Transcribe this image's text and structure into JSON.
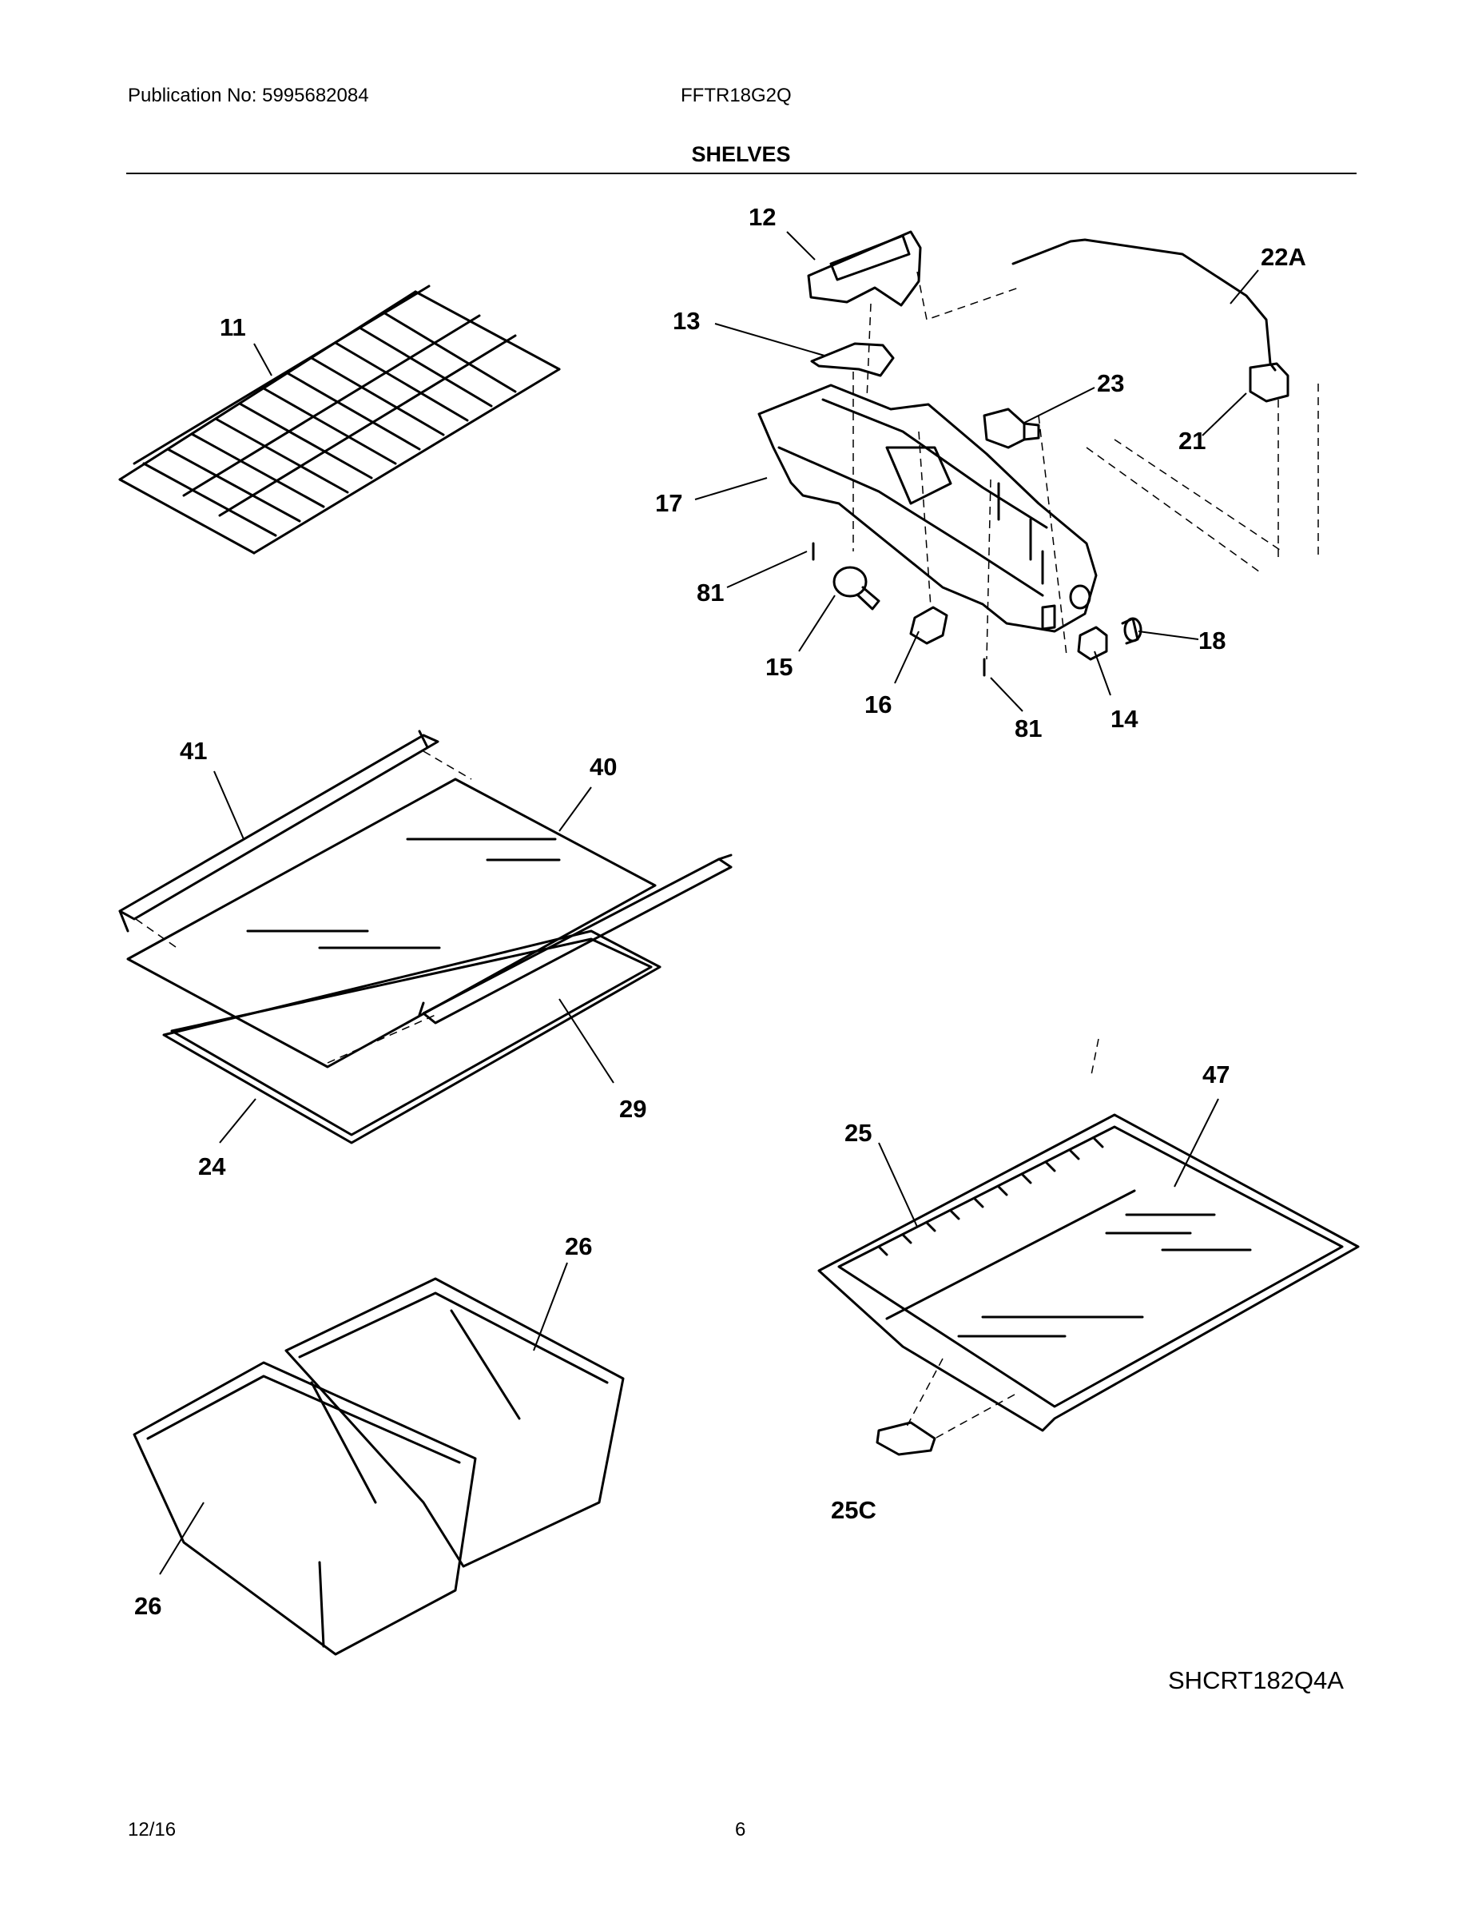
{
  "header": {
    "publication": "Publication No: 5995682084",
    "model": "FFTR18G2Q",
    "section_title": "SHELVES"
  },
  "callouts": {
    "p11": "11",
    "p12": "12",
    "p13": "13",
    "p14": "14",
    "p15": "15",
    "p16": "16",
    "p17": "17",
    "p18": "18",
    "p21": "21",
    "p22a": "22A",
    "p23": "23",
    "p24": "24",
    "p25": "25",
    "p25c": "25C",
    "p26a": "26",
    "p26b": "26",
    "p29": "29",
    "p40": "40",
    "p41": "41",
    "p47": "47",
    "p81a": "81",
    "p81b": "81"
  },
  "drawing_code": "SHCRT182Q4A",
  "footer": {
    "date": "12/16",
    "page": "6"
  }
}
